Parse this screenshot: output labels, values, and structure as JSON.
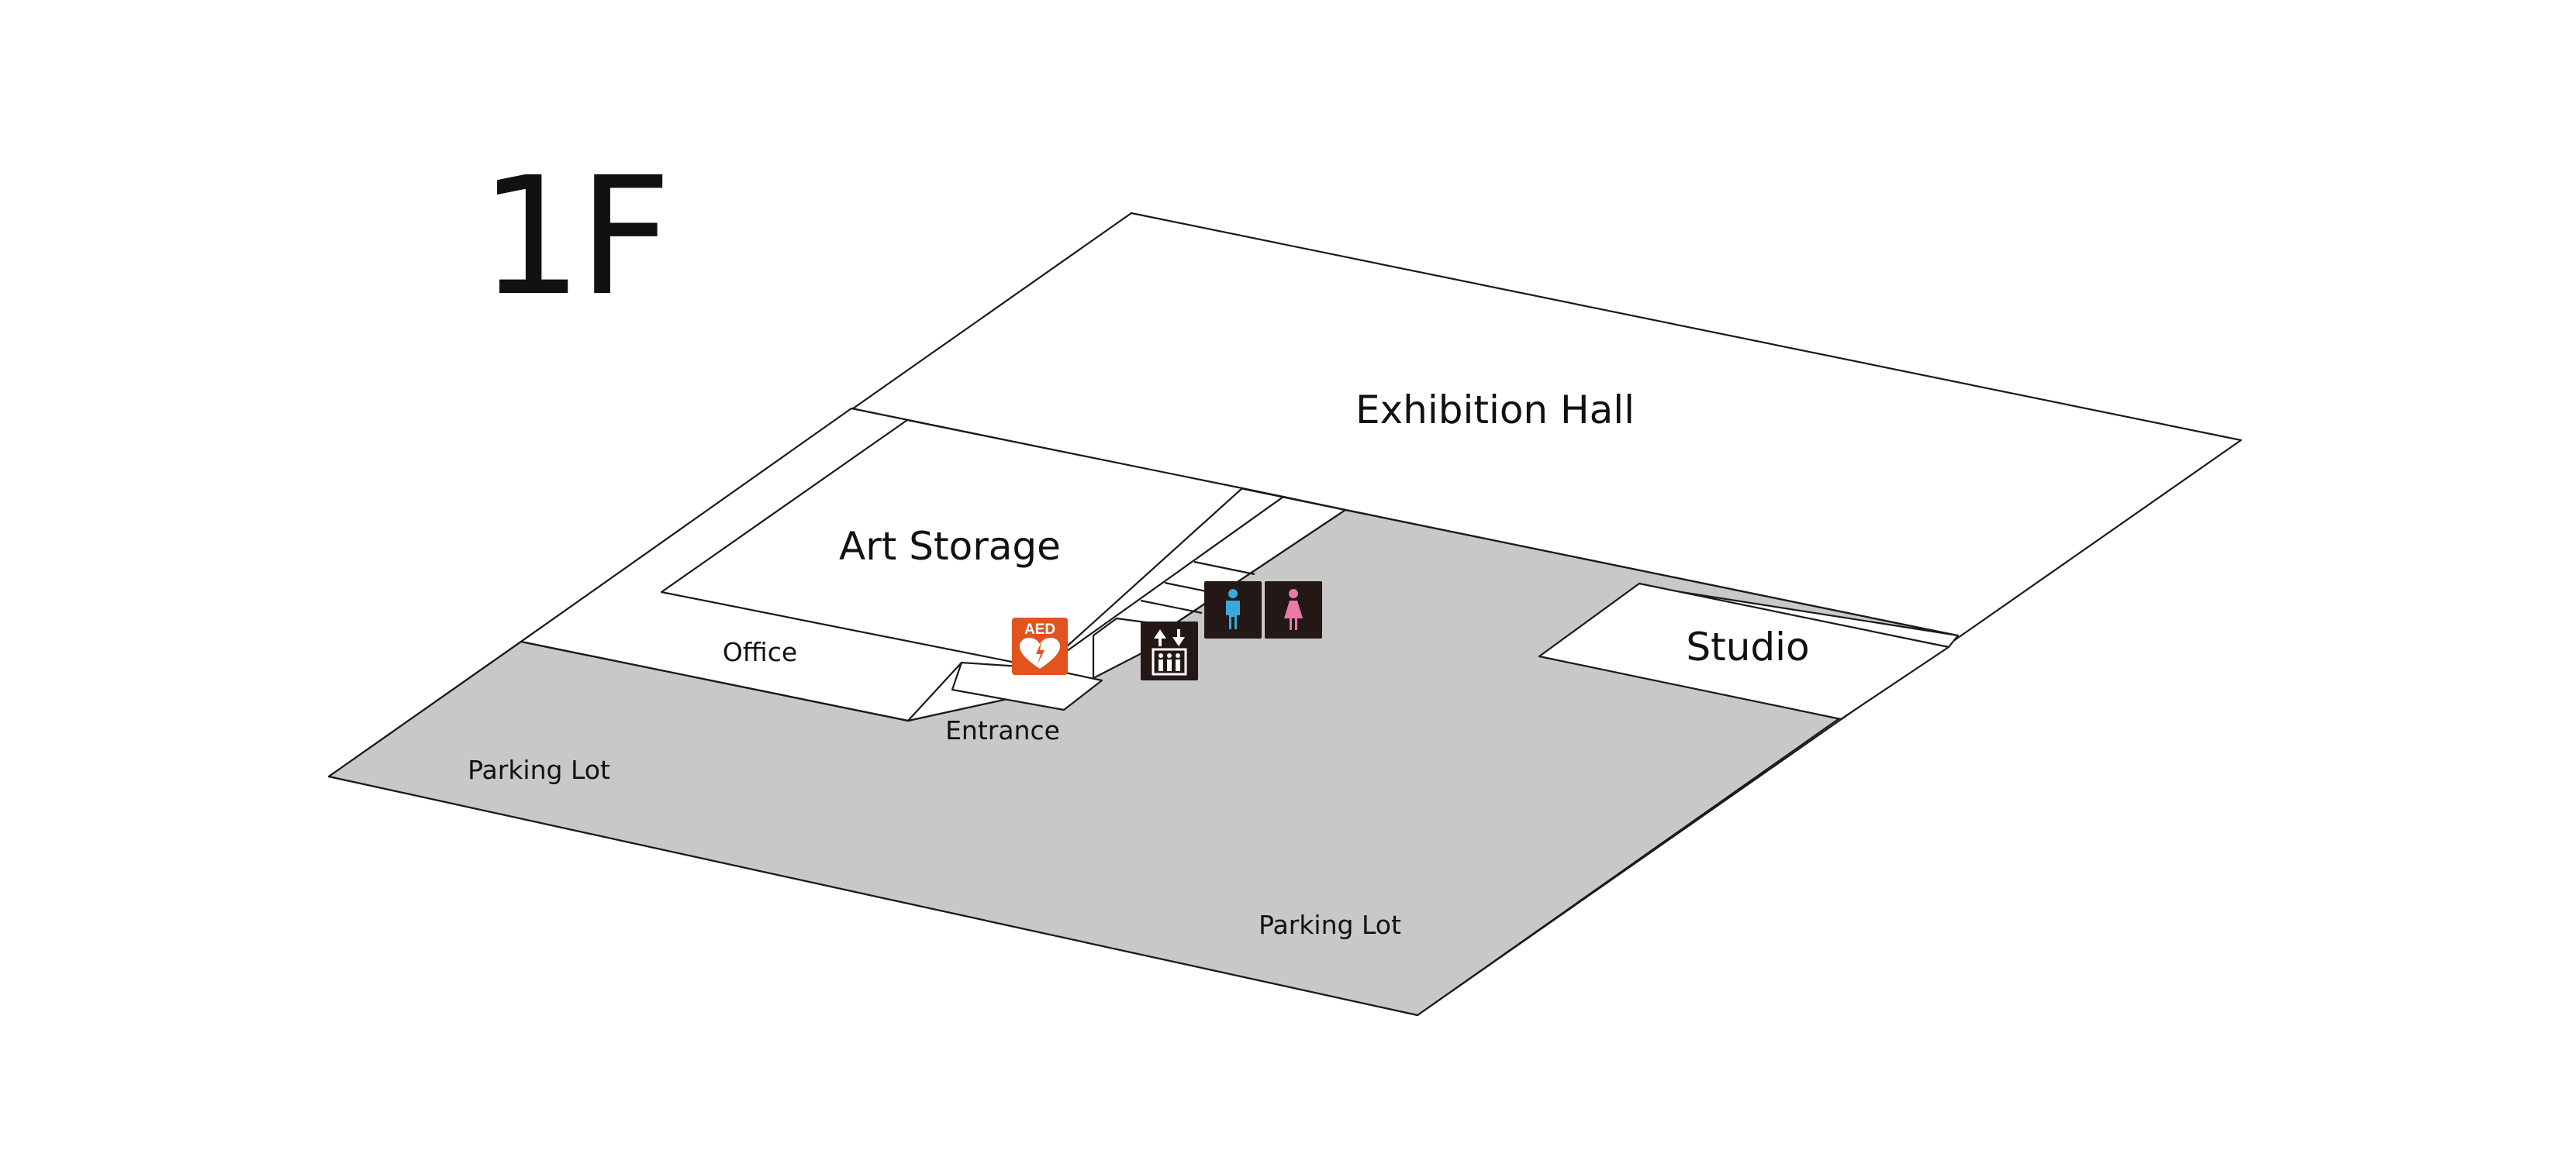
{
  "floor": {
    "label": "1F"
  },
  "areas": {
    "exhibition_hall": "Exhibition Hall",
    "art_storage": "Art Storage",
    "office": "Office",
    "entrance": "Entrance",
    "studio": "Studio",
    "parking_lot_west": "Parking Lot",
    "parking_lot_south": "Parking Lot"
  },
  "facilities": {
    "aed": {
      "text": "AED",
      "icon": "aed-icon"
    },
    "elevator": {
      "icon": "elevator-icon"
    },
    "restroom_men": {
      "icon": "mens-restroom-icon"
    },
    "restroom_women": {
      "icon": "womens-restroom-icon"
    }
  },
  "colors": {
    "paved": "#c8c8c8",
    "outline": "#1a1a1a",
    "icon_dark": "#231815",
    "aed": "#e2531f",
    "men": "#3aa9dd",
    "women": "#e87aa6"
  }
}
